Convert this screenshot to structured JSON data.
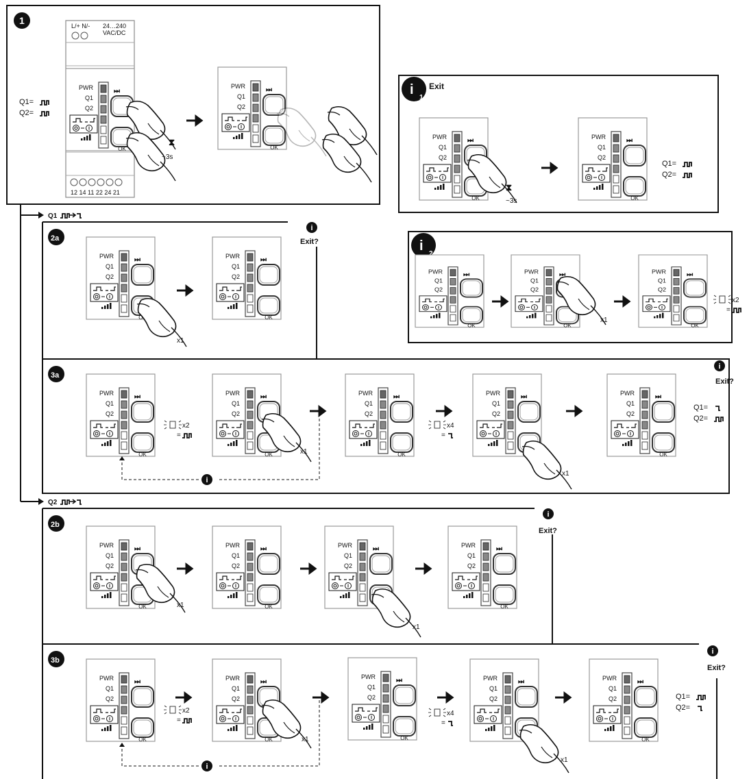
{
  "device": {
    "pwr": "PWR",
    "q1": "Q1",
    "q2": "Q2",
    "ok": "OK"
  },
  "step1": {
    "badge": "1",
    "terminals_top": "L/+ N/-",
    "voltage_line1": "24…240",
    "voltage_line2": "VAC/DC",
    "terminals_bottom": "12 14 11 22 24 21",
    "q1_state": "Q1=",
    "q2_state": "Q2=",
    "hold_time": "~3s"
  },
  "info1": {
    "title": "Exit",
    "q1_state": "Q1=",
    "q2_state": "Q2=",
    "hold_time": "~3s"
  },
  "info2": {
    "x1": "x1",
    "blink": "x2"
  },
  "branches": {
    "q1_label": "Q1",
    "q2_label": "Q2"
  },
  "step2a": {
    "badge": "2a",
    "exit": "Exit?",
    "x1": "x1"
  },
  "step3a": {
    "badge": "3a",
    "exit": "Exit?",
    "blink1": "x2",
    "blink2": "x4",
    "x1": "x1",
    "q1_state": "Q1=",
    "q2_state": "Q2="
  },
  "step2b": {
    "badge": "2b",
    "exit": "Exit?",
    "x1": "x1"
  },
  "step3b": {
    "badge": "3b",
    "exit": "Exit?",
    "blink1": "x2",
    "blink2": "x4",
    "x1": "x1",
    "q1_state": "Q1=",
    "q2_state": "Q2="
  }
}
